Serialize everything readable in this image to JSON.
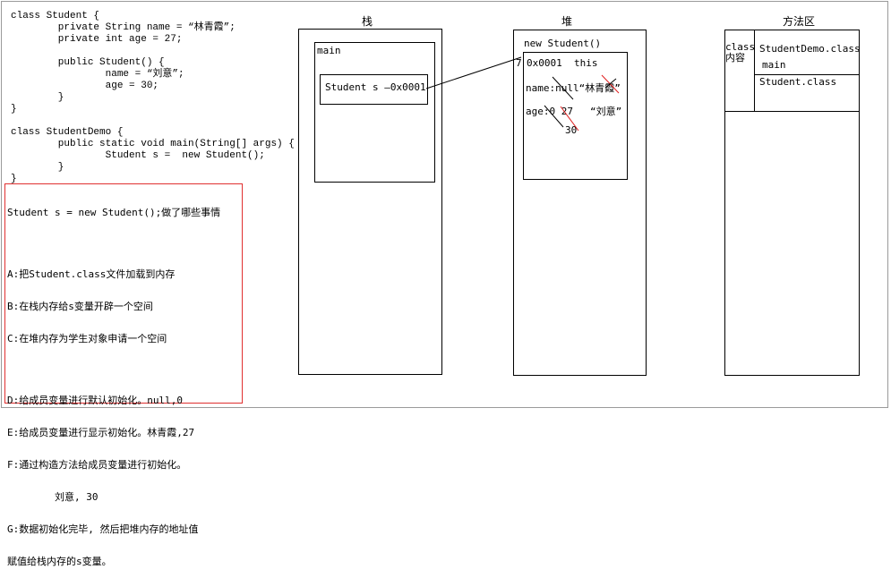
{
  "code_lines": [
    "class Student {",
    "        private String name = “林青霞”;",
    "        private int age = 27;",
    "",
    "        public Student() {",
    "                name = “刘意”;",
    "                age = 30;",
    "        }",
    "}",
    "",
    "class StudentDemo {",
    "        public static void main(String[] args) {",
    "                Student s =  new Student();",
    "        }",
    "}"
  ],
  "steps": {
    "question": "Student s = new Student();做了哪些事情",
    "group1": [
      "A:把Student.class文件加载到内存",
      "B:在栈内存给s变量开辟一个空间",
      "C:在堆内存为学生对象申请一个空间"
    ],
    "group2": [
      "D:给成员变量进行默认初始化。null,0",
      "E:给成员变量进行显示初始化。林青霞,27",
      "F:通过构造方法给成员变量进行初始化。",
      "        刘意, 30"
    ],
    "group3": [
      "G:数据初始化完毕, 然后把堆内存的地址值",
      "赋值给栈内存的s变量。"
    ]
  },
  "stack": {
    "title": "栈",
    "frame_label": "main",
    "var_label": "Student s —0x0001"
  },
  "heap": {
    "title": "堆",
    "object_label": "new Student()",
    "address": "0x0001",
    "this_label": "this",
    "name_line": "name:null“林青霞”",
    "age_line": "age:0  27",
    "name_new": "“刘意”",
    "age_new": "30",
    "arrow_digit": "7"
  },
  "method_area": {
    "title": "方法区",
    "class_label_1": "class",
    "class_label_2": "内容",
    "demo_class": "StudentDemo.class",
    "demo_main": "main",
    "student_class": "Student.class"
  },
  "colors": {
    "accent_red": "#e03030",
    "strike_red": "#e02020"
  }
}
